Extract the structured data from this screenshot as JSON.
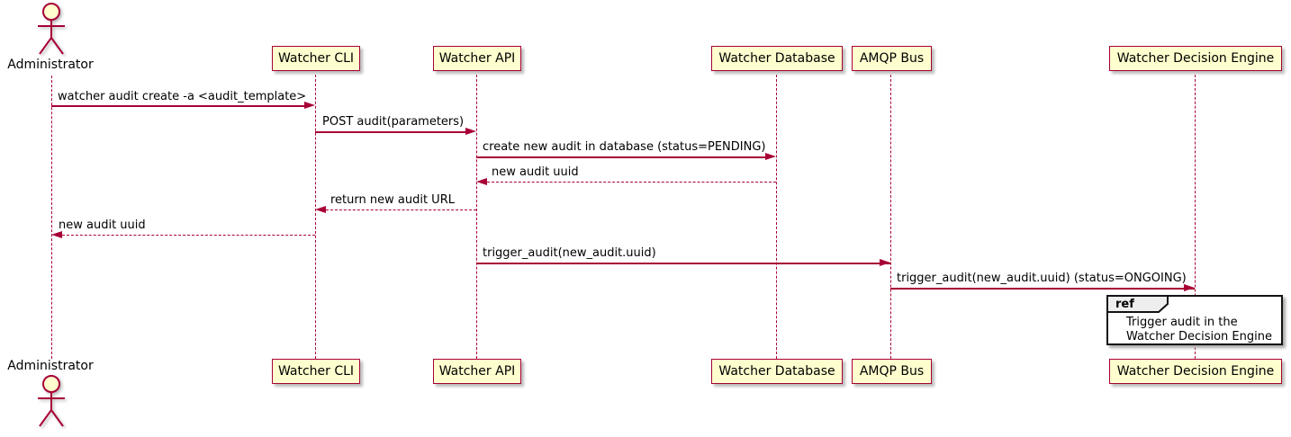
{
  "colors": {
    "participant_fill": "#FEFECE",
    "line_and_border": "#A80036",
    "text": "#000000",
    "ref_border": "#131313",
    "ref_tab_fill": "#EEEEEE",
    "background": "#FFFFFF"
  },
  "actor": {
    "label": "Administrator"
  },
  "participants": [
    {
      "label": "Watcher CLI"
    },
    {
      "label": "Watcher API"
    },
    {
      "label": "Watcher Database"
    },
    {
      "label": "AMQP Bus"
    },
    {
      "label": "Watcher Decision Engine"
    }
  ],
  "messages": [
    {
      "text": "watcher audit create -a <audit_template>",
      "from": "Administrator",
      "to": "Watcher CLI",
      "style": "solid"
    },
    {
      "text": "POST audit(parameters)",
      "from": "Watcher CLI",
      "to": "Watcher API",
      "style": "solid"
    },
    {
      "text": "create new audit in database (status=PENDING)",
      "from": "Watcher API",
      "to": "Watcher Database",
      "style": "solid"
    },
    {
      "text": "new audit uuid",
      "from": "Watcher Database",
      "to": "Watcher API",
      "style": "dashed"
    },
    {
      "text": "return new audit URL",
      "from": "Watcher API",
      "to": "Watcher CLI",
      "style": "dashed"
    },
    {
      "text": "new audit uuid",
      "from": "Watcher CLI",
      "to": "Administrator",
      "style": "dashed"
    },
    {
      "text": "trigger_audit(new_audit.uuid)",
      "from": "Watcher API",
      "to": "AMQP Bus",
      "style": "solid"
    },
    {
      "text": "trigger_audit(new_audit.uuid) (status=ONGOING)",
      "from": "AMQP Bus",
      "to": "Watcher Decision Engine",
      "style": "solid"
    }
  ],
  "ref": {
    "keyword": "ref",
    "line1": "Trigger audit in the",
    "line2": "Watcher Decision Engine"
  }
}
